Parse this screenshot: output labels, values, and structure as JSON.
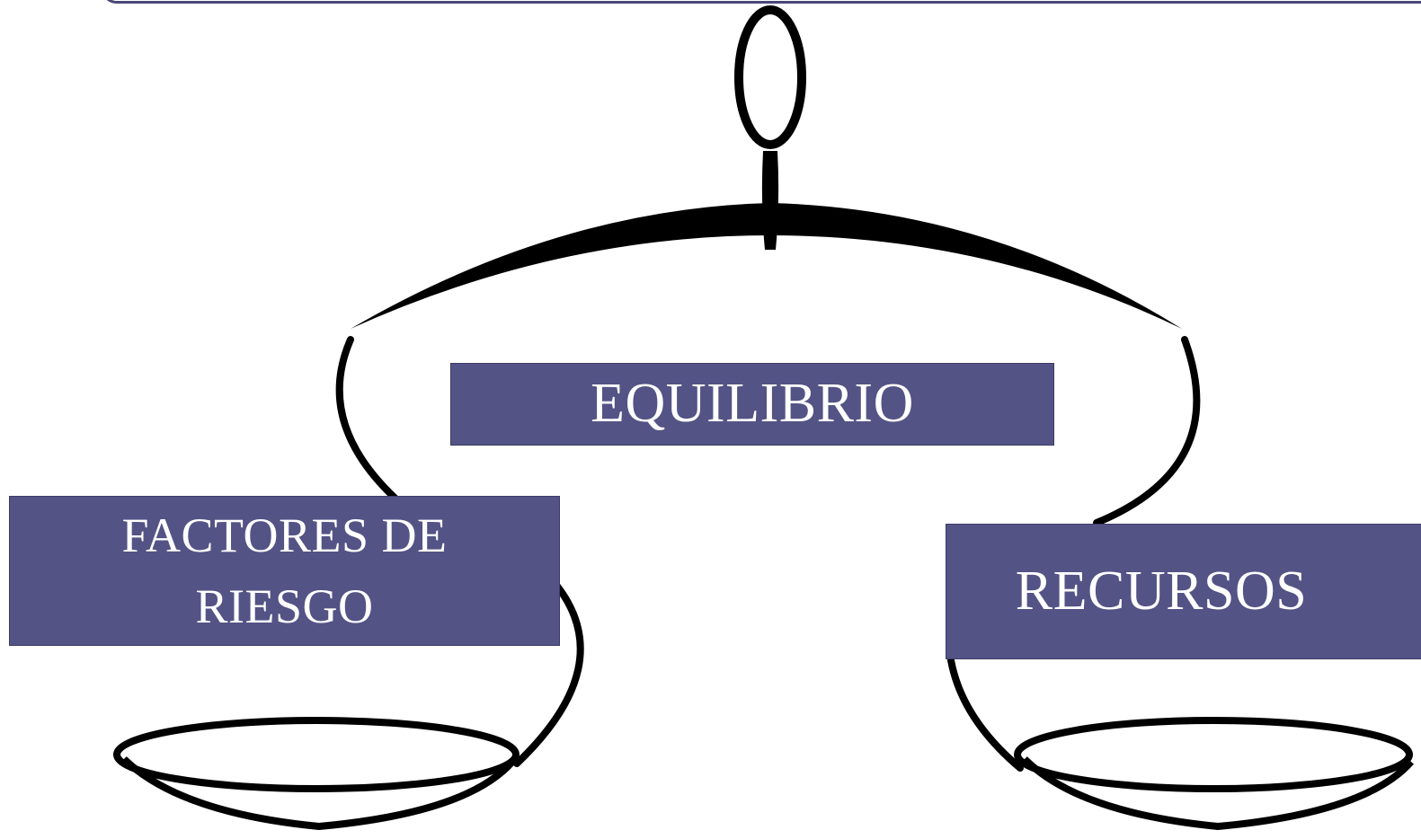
{
  "diagram": {
    "center_label": "EQUILIBRIO",
    "left_label": "FACTORES DE RIESGO",
    "right_label": "RECURSOS"
  },
  "colors": {
    "box_fill": "#535386",
    "box_text": "#ffffff",
    "frame_border": "#4a4878",
    "scale_ink": "#000000"
  },
  "icons": {
    "illustration": "balance-scale-icon"
  }
}
